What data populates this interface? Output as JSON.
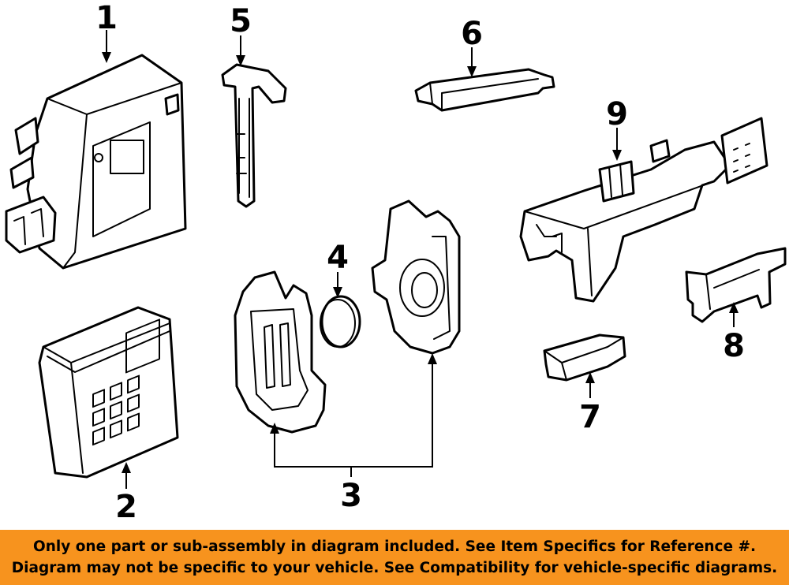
{
  "callouts": [
    {
      "id": "1",
      "label": "1"
    },
    {
      "id": "2",
      "label": "2"
    },
    {
      "id": "3",
      "label": "3"
    },
    {
      "id": "4",
      "label": "4"
    },
    {
      "id": "5",
      "label": "5"
    },
    {
      "id": "6",
      "label": "6"
    },
    {
      "id": "7",
      "label": "7"
    },
    {
      "id": "8",
      "label": "8"
    },
    {
      "id": "9",
      "label": "9"
    }
  ],
  "banner": {
    "line1": "Only one part or sub-assembly in diagram included. See Item Specifics for Reference #.",
    "line2": "Diagram may not be specific to your vehicle. See Compatibility for vehicle-specific diagrams."
  },
  "colors": {
    "banner_background": "#f7931e",
    "line": "#000000",
    "background": "#ffffff"
  }
}
